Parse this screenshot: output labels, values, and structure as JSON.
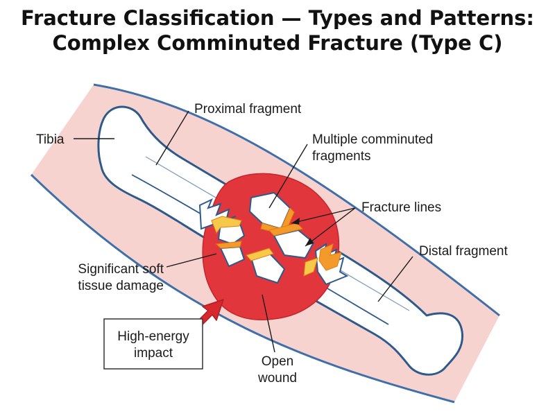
{
  "title": {
    "line1": "Fracture Classification — Types and Patterns:",
    "line2": "Complex Comminuted Fracture (Type C)"
  },
  "labels": {
    "tibia": "Tibia",
    "proximal_fragment": "Proximal fragment",
    "comminuted_line1": "Multiple comminuted",
    "comminuted_line2": "fragments",
    "fracture_lines": "Fracture lines",
    "distal_fragment": "Distal fragment",
    "soft_tissue_line1": "Significant soft",
    "soft_tissue_line2": "tissue damage",
    "impact_line1": "High-energy",
    "impact_line2": "impact",
    "wound_line1": "Open",
    "wound_line2": "wound"
  },
  "colors": {
    "skin_fill": "#f7d3d0",
    "skin_outline": "#3f6fa8",
    "bone_fill": "#ffffff",
    "bone_outline": "#2d5a8a",
    "wound_red": "#e2363d",
    "fracture_orange": "#f39a2b",
    "fracture_yellow": "#f7c94a",
    "arrow_red": "#d6282e"
  }
}
